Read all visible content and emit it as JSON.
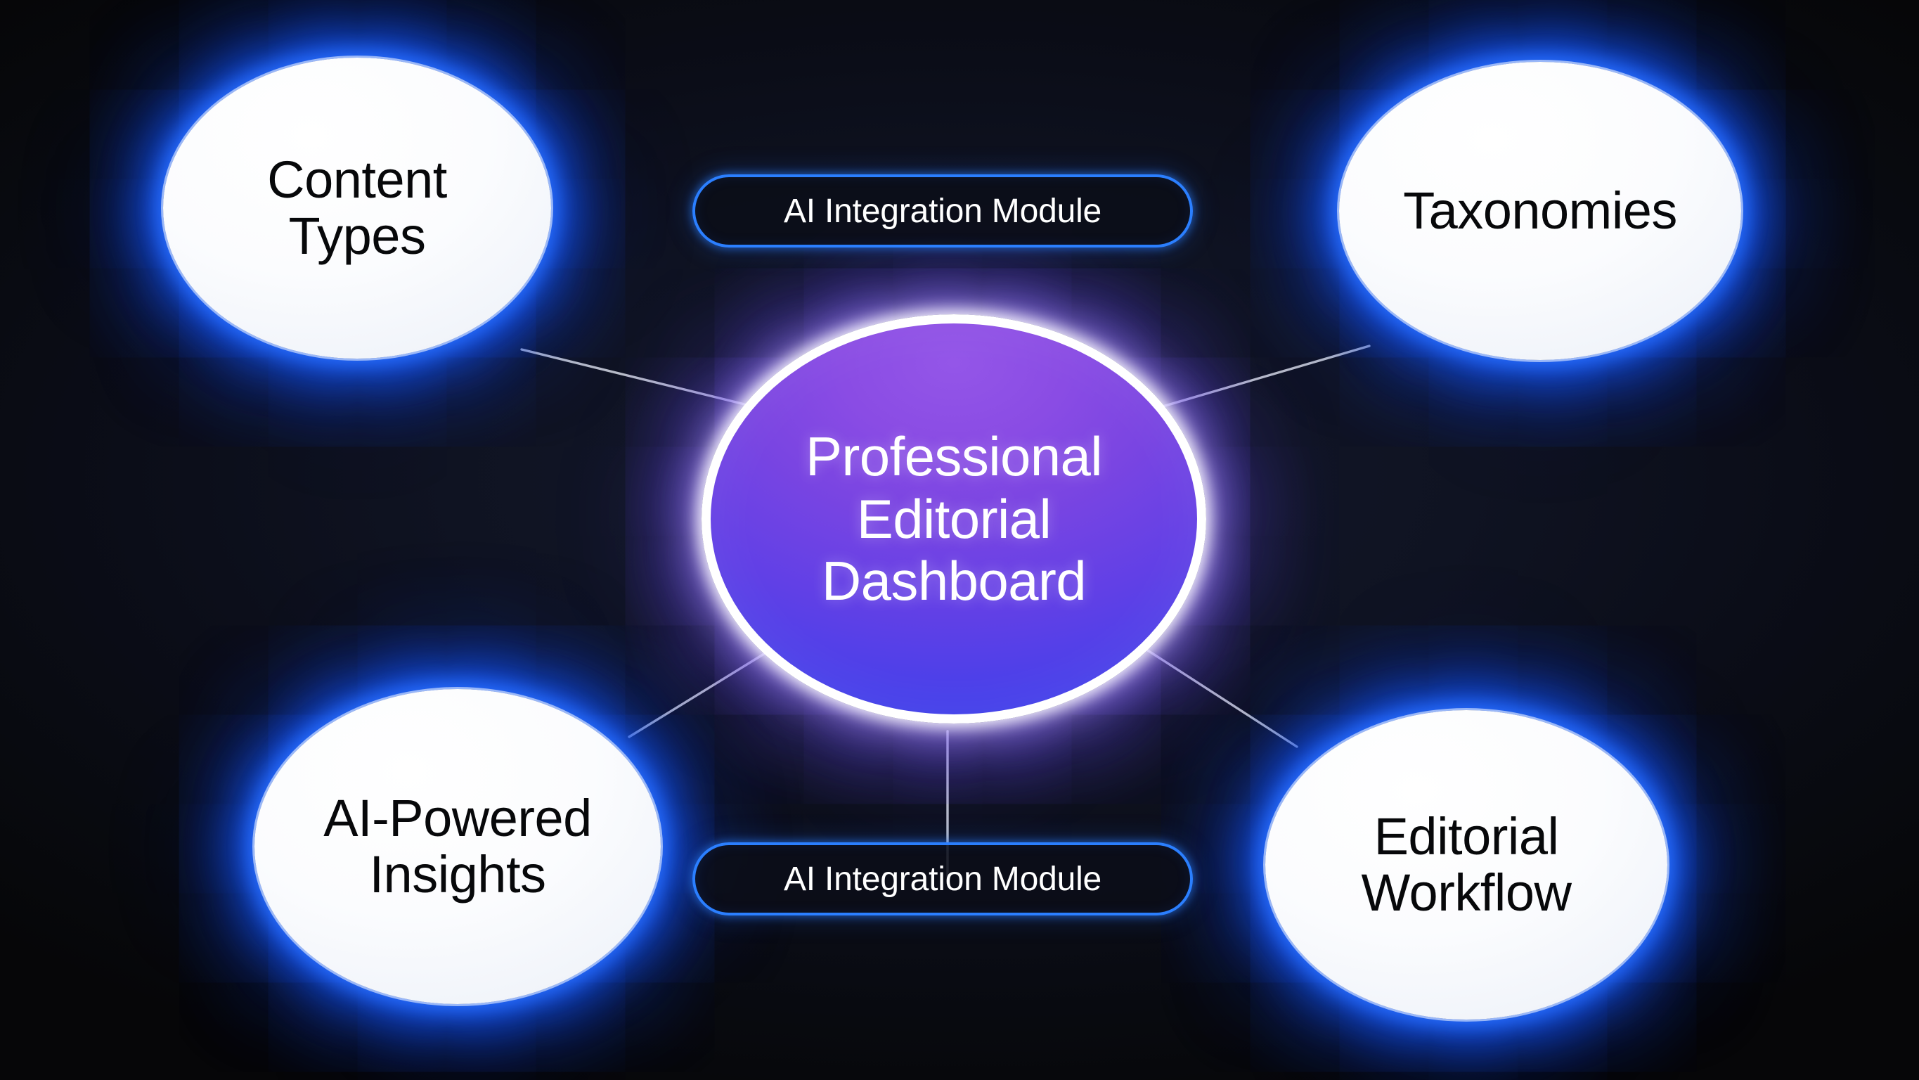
{
  "diagram": {
    "type": "radial-hub-and-spoke",
    "title": "Professional Editorial Dashboard",
    "background_color": "#0b0d18",
    "hub": {
      "label": "Professional\nEditorial\nDashboard",
      "line_1": "Professional",
      "line_2": "Editorial",
      "line_3": "Dashboard",
      "gradient_from": "#8b4fe0",
      "gradient_to": "#3040e8",
      "ring_color": "#ffffff",
      "text_color": "#ffffff"
    },
    "nodes": [
      {
        "id": "content-types",
        "label": "Content\nTypes",
        "position": "top-left",
        "fill_color": "#f0f4fa",
        "glow_color": "#1565ff",
        "text_color": "#07080a"
      },
      {
        "id": "taxonomies",
        "label": "Taxonomies",
        "position": "top-right",
        "fill_color": "#f0f4fa",
        "glow_color": "#1565ff",
        "text_color": "#07080a"
      },
      {
        "id": "ai-powered-insights",
        "label": "AI-Powered\nInsights",
        "position": "bottom-left",
        "fill_color": "#f0f4fa",
        "glow_color": "#1565ff",
        "text_color": "#07080a"
      },
      {
        "id": "editorial-workflow",
        "label": "Editorial\nWorkflow",
        "position": "bottom-right",
        "fill_color": "#f0f4fa",
        "glow_color": "#1565ff",
        "text_color": "#07080a"
      }
    ],
    "pills": [
      {
        "id": "ai-integration-module-top",
        "label": "AI Integration Module",
        "position": "top-center",
        "border_color": "#2b7fff",
        "text_color": "#ffffff"
      },
      {
        "id": "ai-integration-module-bottom",
        "label": "AI Integration Module",
        "position": "bottom-center",
        "border_color": "#2b7fff",
        "text_color": "#ffffff"
      }
    ],
    "connectors": {
      "color": "#c8ccd8",
      "width": 3,
      "edges": [
        {
          "from": "hub",
          "to": "content-types"
        },
        {
          "from": "hub",
          "to": "taxonomies"
        },
        {
          "from": "hub",
          "to": "ai-powered-insights"
        },
        {
          "from": "hub",
          "to": "editorial-workflow"
        },
        {
          "from": "hub",
          "to": "ai-integration-module-bottom"
        }
      ]
    }
  }
}
